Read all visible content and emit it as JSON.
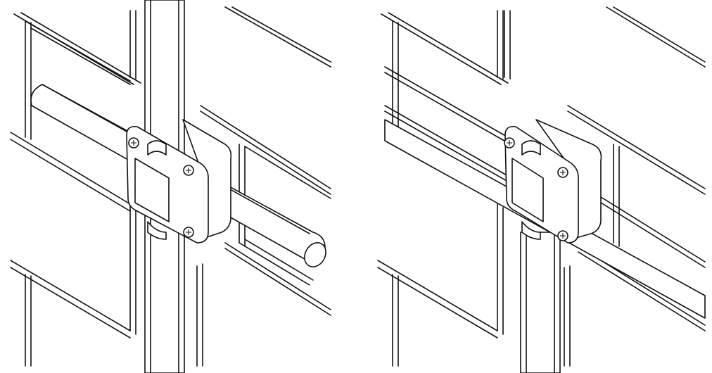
{
  "figure": {
    "panels": [
      {
        "id": "left",
        "view": "pipe-clamp-with-rod-end-visible"
      },
      {
        "id": "right",
        "view": "pipe-clamp-with-rod-through"
      }
    ],
    "colors": {
      "stroke": "#111111",
      "fill": "#ffffff"
    },
    "icons": [
      "screw-icon"
    ]
  }
}
